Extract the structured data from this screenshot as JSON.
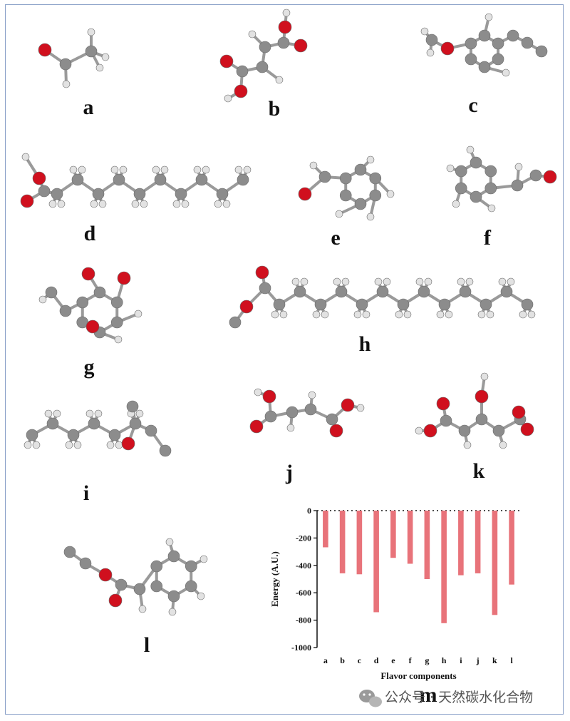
{
  "panels": {
    "a": "a",
    "b": "b",
    "c": "c",
    "d": "d",
    "e": "e",
    "f": "f",
    "g": "g",
    "h": "h",
    "i": "i",
    "j": "j",
    "k": "k",
    "l": "l",
    "m": "m"
  },
  "colors": {
    "carbon": "#8c8c8c",
    "oxygen": "#d0101e",
    "hydrogen": "#e2e2e2",
    "bar": "#e8737a",
    "frame": "#8aa0c8"
  },
  "watermark": "公众号 · 天然碳水化合物",
  "chart_data": {
    "type": "bar",
    "categories": [
      "a",
      "b",
      "c",
      "d",
      "e",
      "f",
      "g",
      "h",
      "i",
      "j",
      "k",
      "l"
    ],
    "values": [
      -268,
      -458,
      -465,
      -742,
      -345,
      -388,
      -500,
      -822,
      -472,
      -458,
      -762,
      -540
    ],
    "xlabel": "Flavor components",
    "ylabel": "Energy (A.U.)",
    "ylim": [
      -1000,
      0
    ],
    "yticks": [
      "0",
      "-200",
      "-400",
      "-600",
      "-800",
      "-1000"
    ],
    "zero_line": "dotted"
  }
}
